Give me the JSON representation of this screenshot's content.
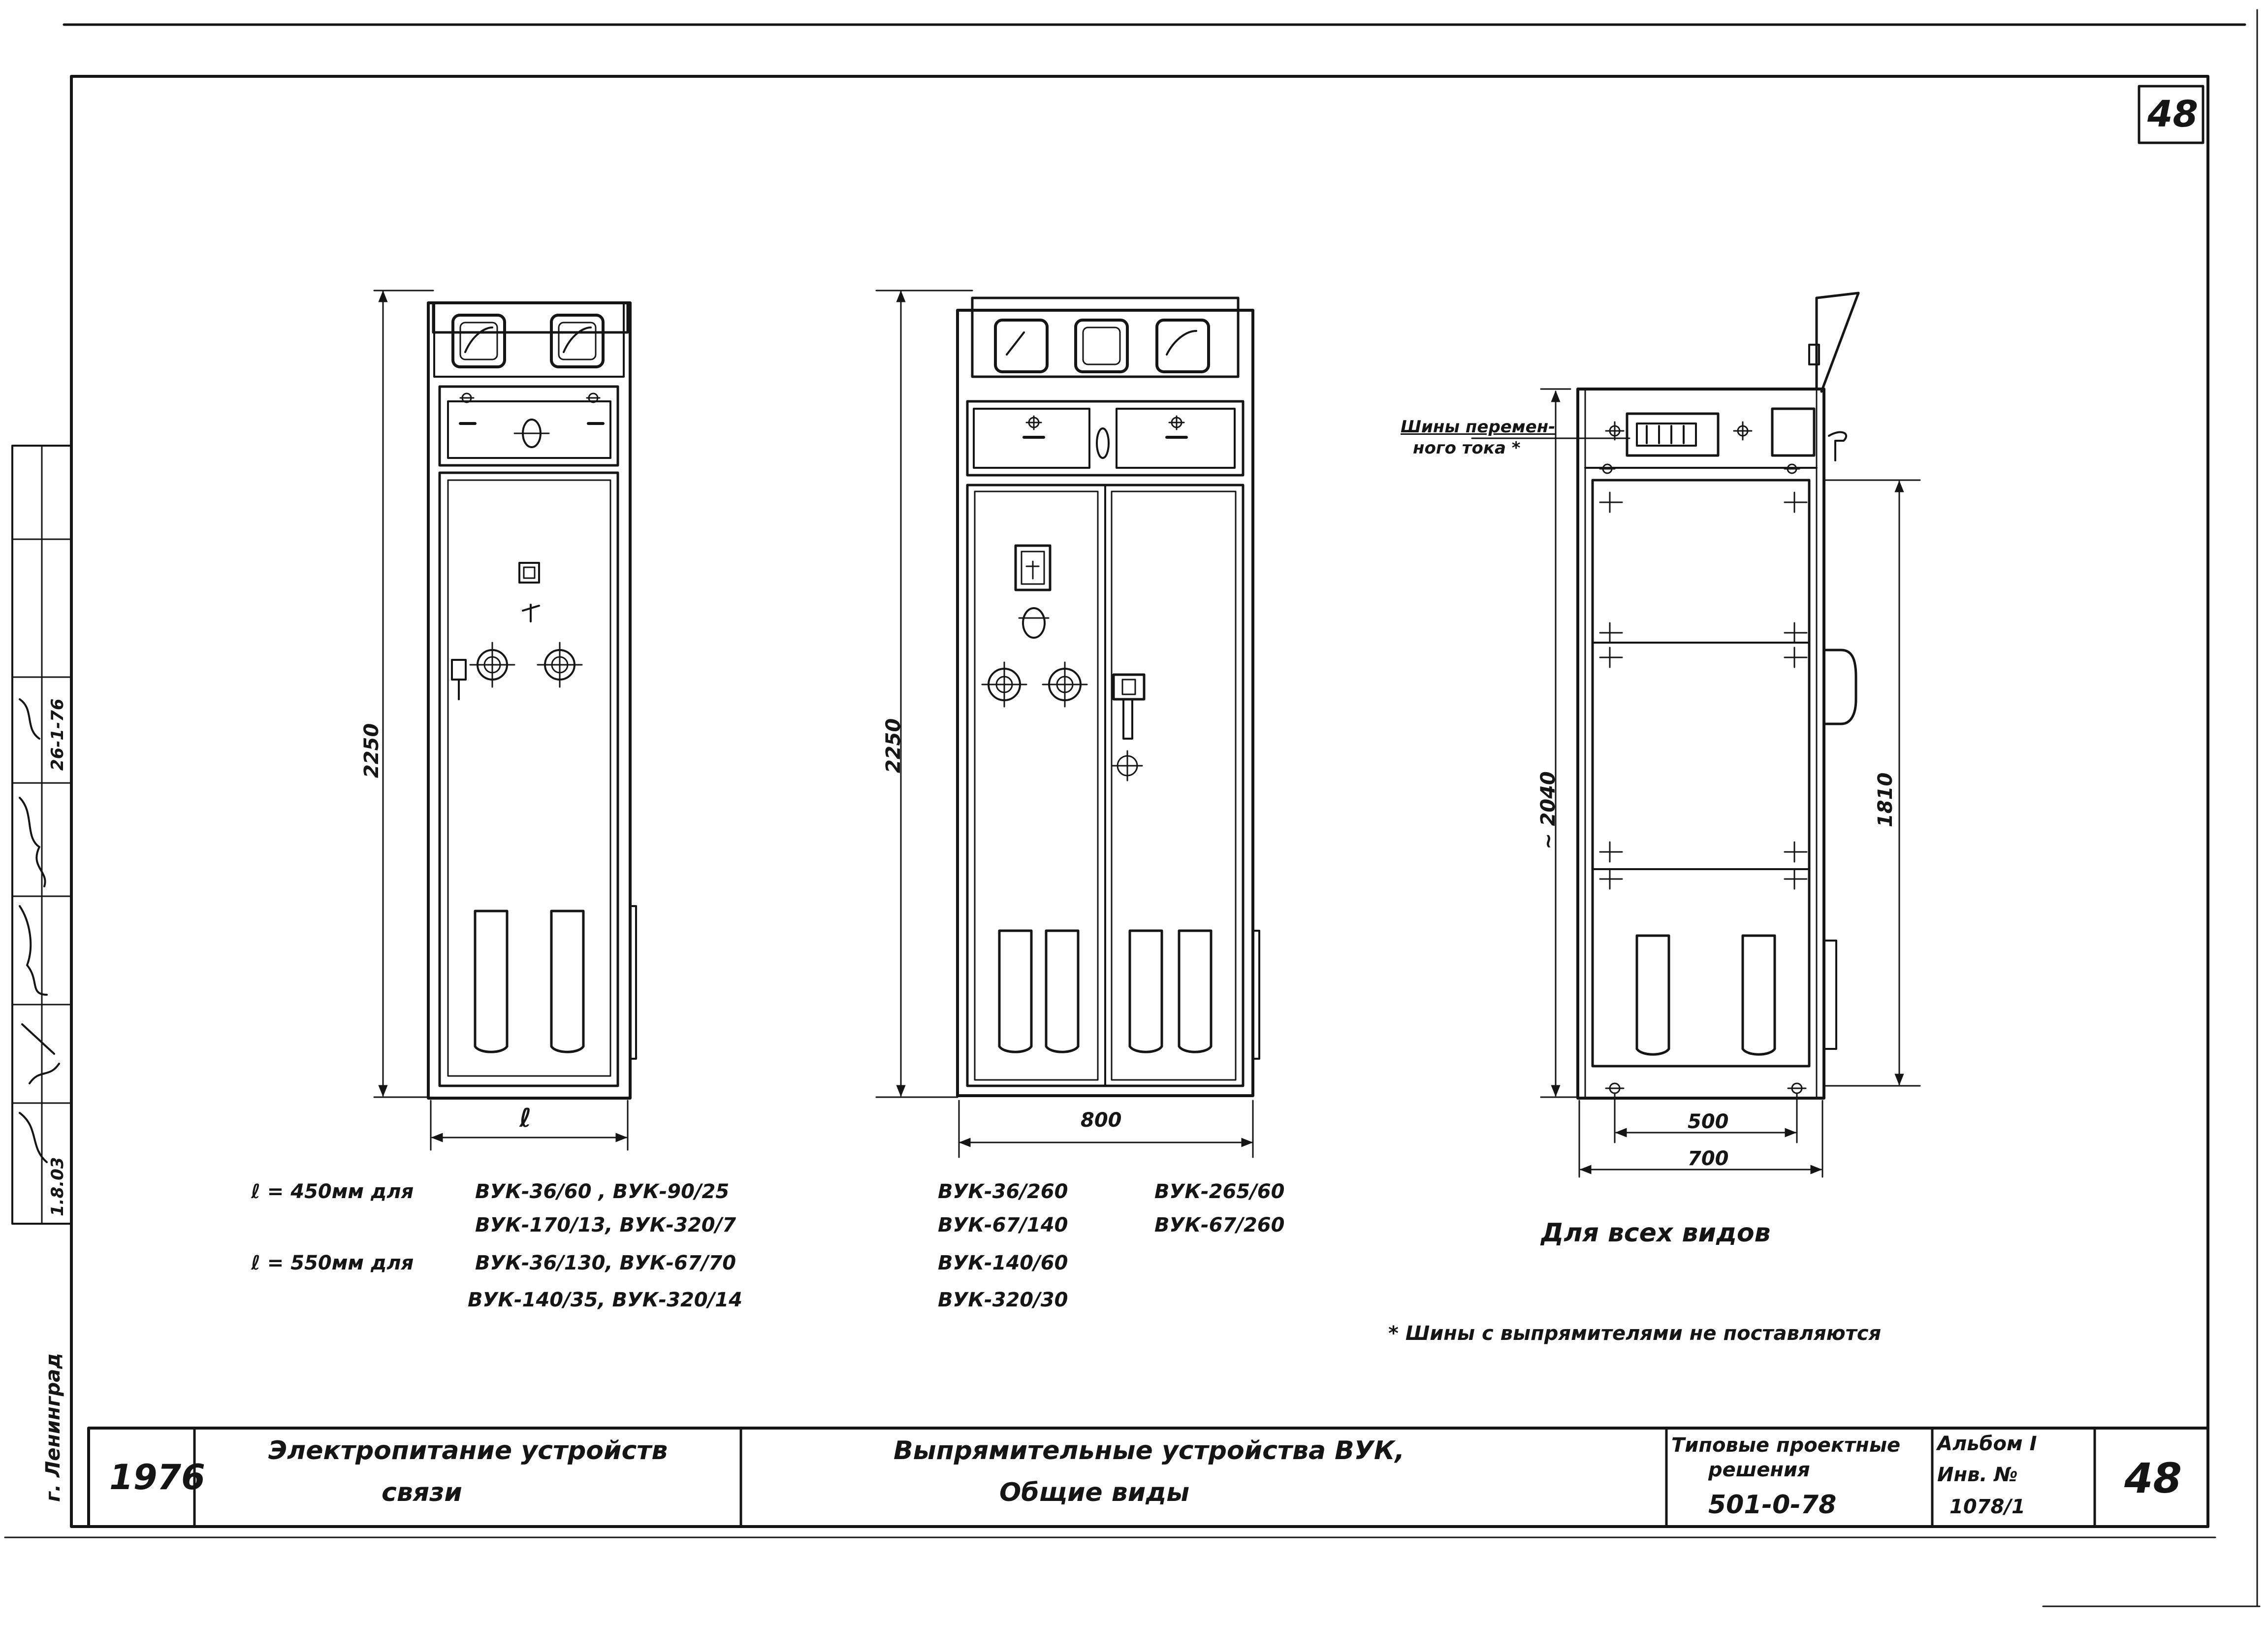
{
  "sheet": {
    "page_number_corner": "48",
    "city": "г. Ленинград"
  },
  "views": {
    "left": {
      "height_dim": "2250",
      "width_dim": "ℓ",
      "caption_line1_prefix": "ℓ = 450мм  для",
      "caption_line1_models": "ВУК-36/60 , ВУК-90/25",
      "caption_line2_models": "ВУК-170/13, ВУК-320/7",
      "caption_line3_prefix": "ℓ = 550мм  для",
      "caption_line3_models": "ВУК-36/130, ВУК-67/70",
      "caption_line4_models": "ВУК-140/35, ВУК-320/14"
    },
    "middle": {
      "height_dim": "2250",
      "width_dim": "800",
      "models_col1": [
        "ВУК-36/260",
        "ВУК-67/140",
        "ВУК-140/60",
        "ВУК-320/30"
      ],
      "models_col2": [
        "ВУК-265/60",
        "ВУК-67/260"
      ]
    },
    "right": {
      "busbar_label_line1": "Шины перемен-",
      "busbar_label_line2": "ного  тока *",
      "height_dim_total": "~ 2040",
      "height_dim_inner": "1810",
      "width_dim_inner": "500",
      "width_dim_outer": "700",
      "caption": "Для    всех    видов"
    },
    "footnote": "* Шины с выпрямителями не поставляются"
  },
  "title_block": {
    "year": "1976",
    "subject_line1": "Электропитание устройств",
    "subject_line2": "связи",
    "title_line1": "Выпрямительные  устройства  ВУК,",
    "title_line2": "Общие   виды",
    "series_line1": "Типовые проектные",
    "series_line2": "решения",
    "series_code": "501-0-78",
    "album_label": "Альбом I",
    "inv_label": "Инв. №",
    "inv_number": "1078/1",
    "sheet_number": "48"
  },
  "stamp": {
    "date1": "26-1-76",
    "date2": "1.8.03"
  }
}
